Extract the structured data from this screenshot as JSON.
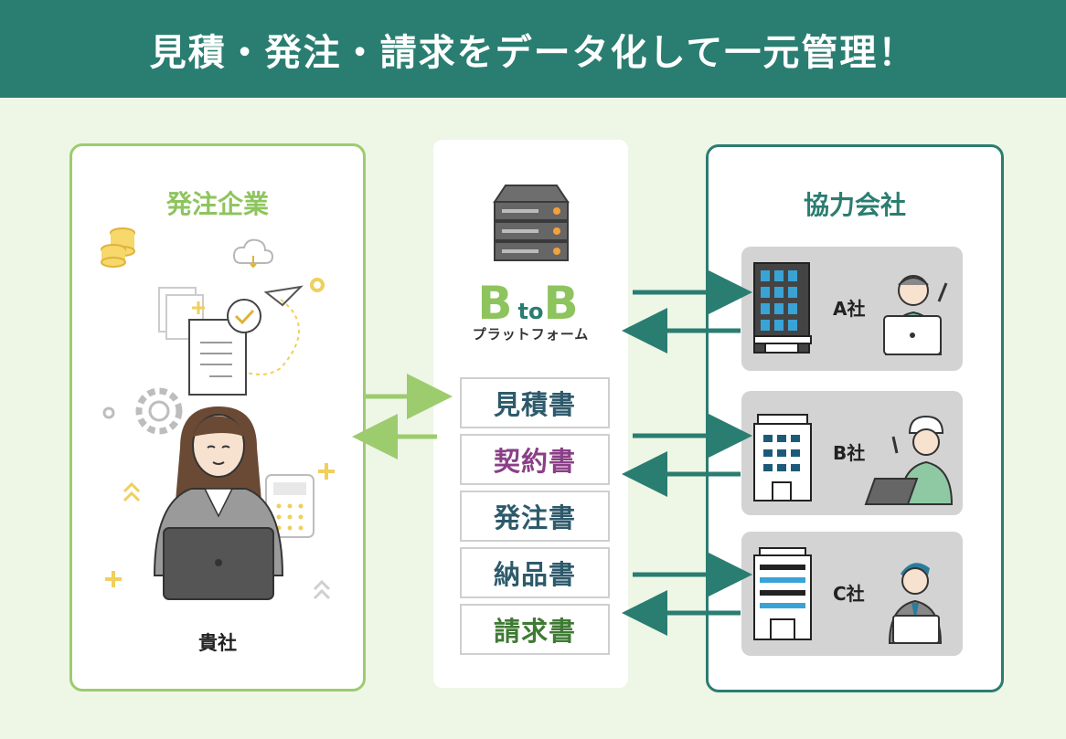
{
  "header": {
    "title": "見積・発注・請求をデータ化して一元管理！"
  },
  "left_panel": {
    "title": "発注企業",
    "own_company": "貴社"
  },
  "platform": {
    "logo_b1": "B",
    "logo_to": "to",
    "logo_b2": "B",
    "logo_sub": "プラットフォーム"
  },
  "documents": [
    {
      "label": "見積書",
      "color": "#2d5a6b"
    },
    {
      "label": "契約書",
      "color": "#8a3f86"
    },
    {
      "label": "発注書",
      "color": "#2d5a6b"
    },
    {
      "label": "納品書",
      "color": "#2d5a6b"
    },
    {
      "label": "請求書",
      "color": "#3f7a34"
    }
  ],
  "right_panel": {
    "title": "協力会社",
    "companies": [
      {
        "label": "A社"
      },
      {
        "label": "B社"
      },
      {
        "label": "C社"
      }
    ]
  },
  "colors": {
    "teal": "#2a7d71",
    "green": "#9ccc6e",
    "background": "#eef6e6"
  }
}
